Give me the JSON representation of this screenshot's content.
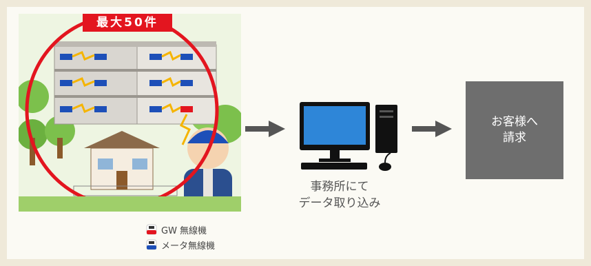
{
  "badge": {
    "label": "最大50件"
  },
  "pc": {
    "label_line1": "事務所にて",
    "label_line2": "データ取り込み"
  },
  "customer": {
    "label_line1": "お客様へ",
    "label_line2": "請求"
  },
  "legend": [
    {
      "label": "GW 無線機",
      "color": "#e3151f",
      "icon": "gw-radio-icon"
    },
    {
      "label": "メータ無線機",
      "color": "#1d4fb8",
      "icon": "meter-radio-icon"
    }
  ],
  "colors": {
    "circle": "#e3151f",
    "arrow": "#555555",
    "box": "#6e6e6e",
    "background": "#efe9d9"
  }
}
